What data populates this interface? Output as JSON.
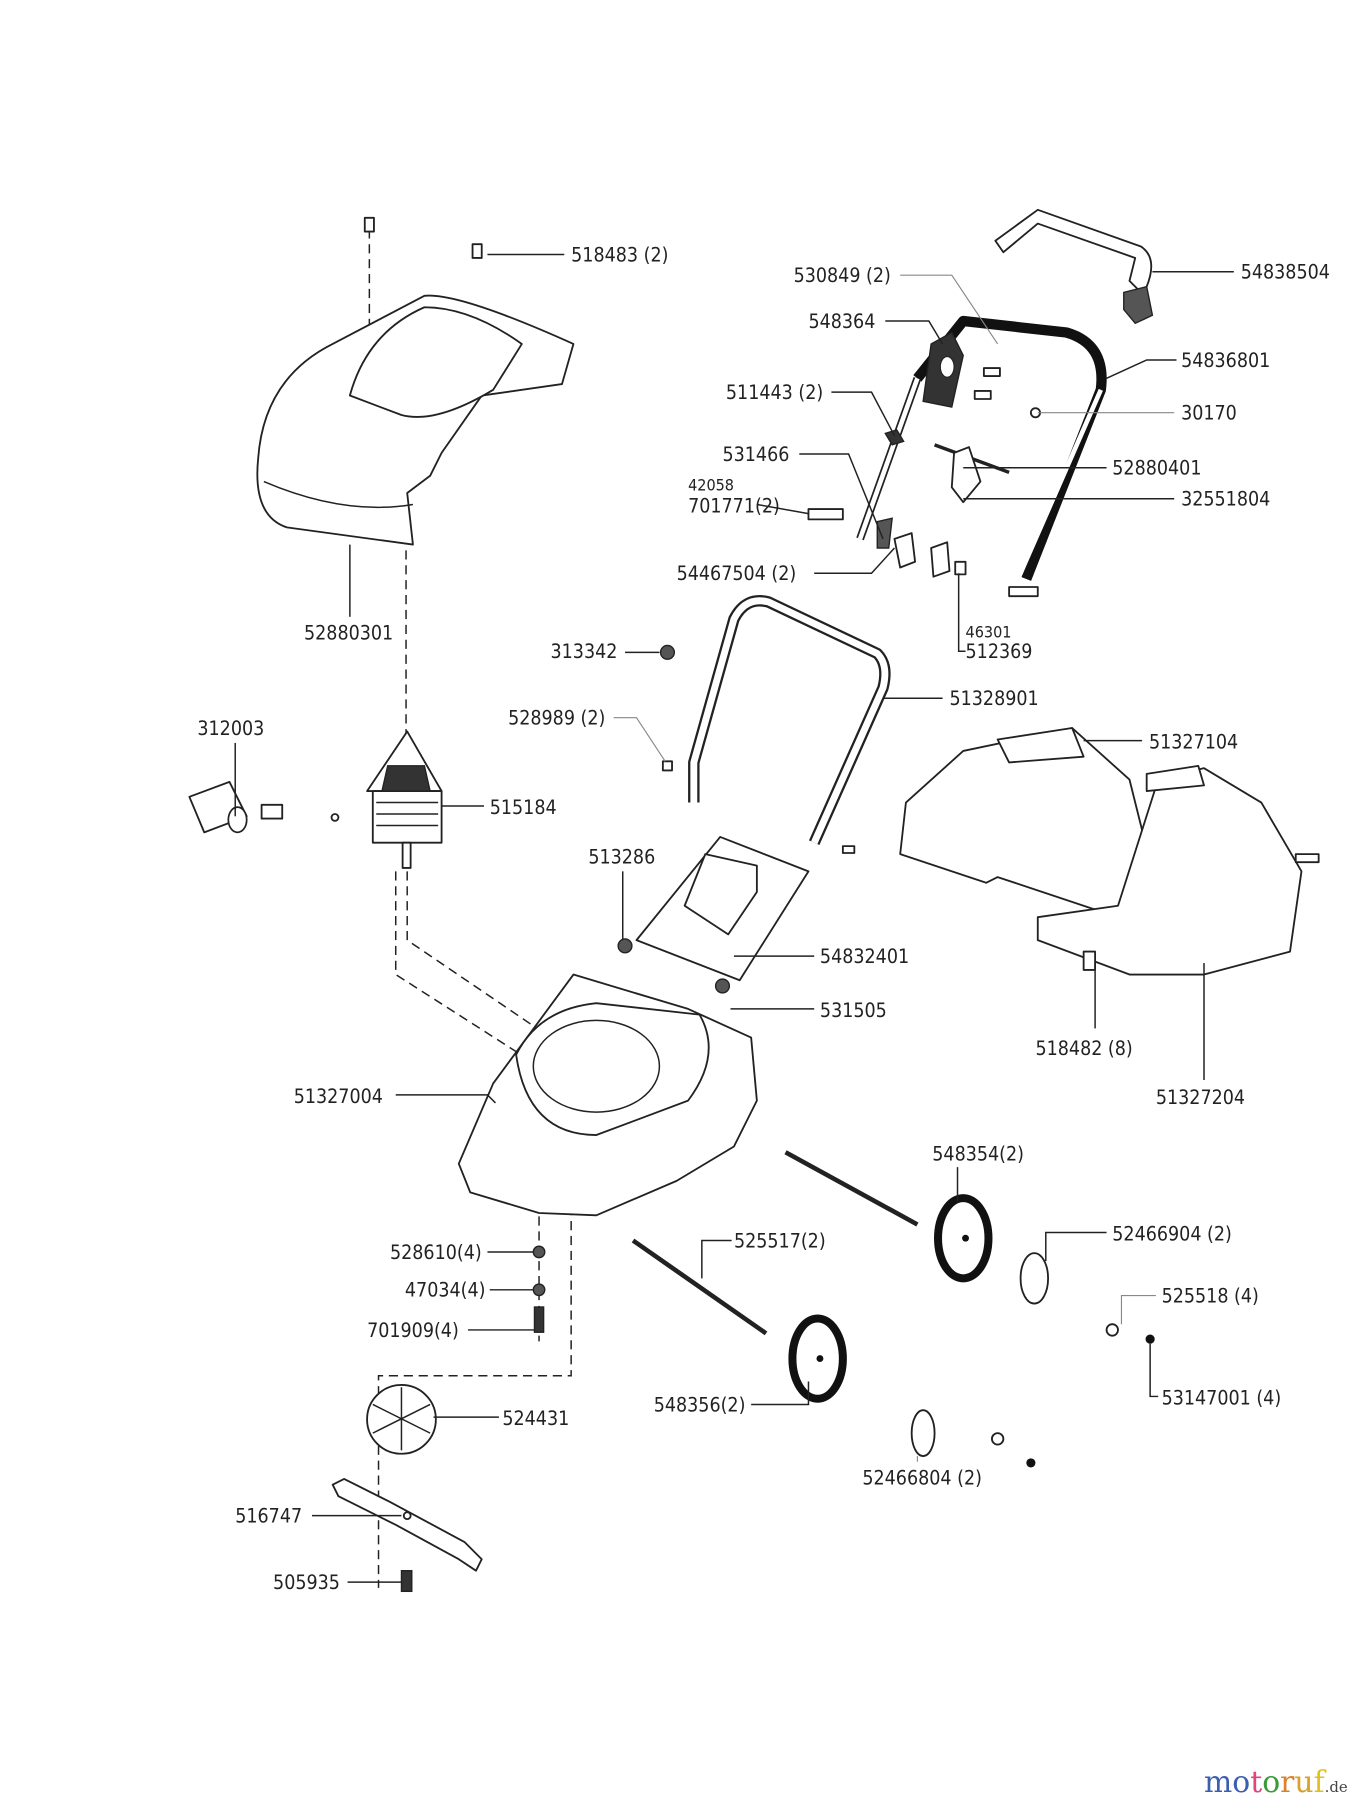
{
  "diagram": {
    "parts": {
      "p518483": "518483 (2)",
      "p54838504": "54838504",
      "p530849": "530849 (2)",
      "p548364": "548364",
      "p54836801": "54836801",
      "p511443": "511443 (2)",
      "p30170": "30170",
      "p531466": "531466",
      "p52880401": "52880401",
      "p42058": "42058",
      "p701771": "701771(2)",
      "p32551804": "32551804",
      "p54467504": "54467504 (2)",
      "p46301": "46301",
      "p512369": "512369",
      "p52880301": "52880301",
      "p313342": "313342",
      "p51328901": "51328901",
      "p528989": "528989 (2)",
      "p312003": "312003",
      "p51327104": "51327104",
      "p515184": "515184",
      "p513286": "513286",
      "p54832401": "54832401",
      "p531505": "531505",
      "p518482": "518482 (8)",
      "p51327004": "51327004",
      "p51327204": "51327204",
      "p548354": "548354(2)",
      "p52466904": "52466904 (2)",
      "p525517": "525517(2)",
      "p528610": "528610(4)",
      "p525518": "525518 (4)",
      "p47034": "47034(4)",
      "p701909": "701909(4)",
      "p53147001": "53147001 (4)",
      "p548356": "548356(2)",
      "p524431": "524431",
      "p52466804": "52466804 (2)",
      "p516747": "516747",
      "p505935": "505935"
    }
  },
  "watermark": {
    "letters": [
      "m",
      "o",
      "t",
      "o",
      "r",
      "u",
      "f"
    ],
    "colors": [
      "#3b5fb0",
      "#3b5fb0",
      "#e0457b",
      "#3a9a3a",
      "#d9822b",
      "#d9a02b",
      "#e0c020"
    ],
    "suffix": ".de"
  }
}
